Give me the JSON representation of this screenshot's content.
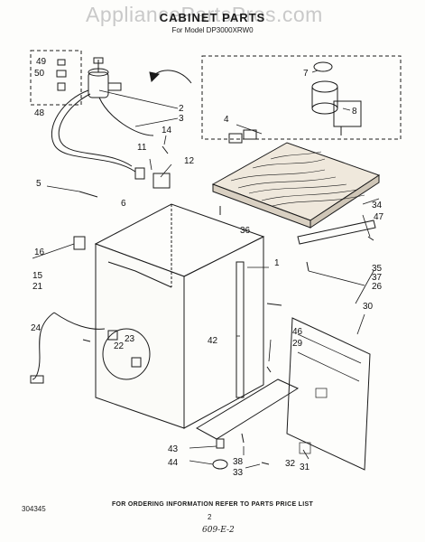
{
  "header": {
    "watermark": "AppliancePartsPros.com",
    "title": "CABINET PARTS",
    "subtitle": "For Model DP3000XRW0"
  },
  "footer": {
    "ordering_note": "FOR ORDERING INFORMATION REFER TO PARTS PRICE LIST",
    "doc_number": "304345",
    "page_number": "2",
    "handwritten_note": "609-E-2"
  },
  "part_labels": {
    "p1": "1",
    "p2": "2",
    "p3": "3",
    "p4": "4",
    "p5": "5",
    "p6": "6",
    "p7": "7",
    "p8": "8",
    "p11": "11",
    "p12": "12",
    "p14": "14",
    "p15": "15",
    "p16": "16",
    "p21": "21",
    "p22": "22",
    "p23": "23",
    "p24": "24",
    "p26": "26",
    "p29": "29",
    "p30": "30",
    "p31": "31",
    "p32": "32",
    "p33": "33",
    "p34": "34",
    "p35": "35",
    "p36": "36",
    "p37": "37",
    "p38": "38",
    "p42": "42",
    "p43": "43",
    "p44": "44",
    "p46": "46",
    "p47": "47",
    "p48": "48",
    "p49": "49",
    "p50": "50"
  }
}
